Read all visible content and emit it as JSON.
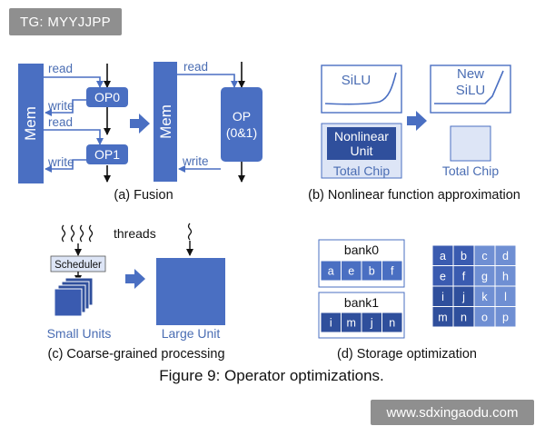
{
  "watermark_tag": "TG: MYYJJPP",
  "watermark_url": "www.sdxingaodu.com",
  "colors": {
    "accent": "#4a6fc2",
    "dark_blue": "#2f4f9c",
    "light_blue": "#dde5f6",
    "label_blue": "#4a6db3"
  },
  "figure_title": "Figure 9: Operator optimizations.",
  "fusion": {
    "caption": "(a) Fusion",
    "mem_left": "Mem",
    "mem_right": "Mem",
    "read1": "read",
    "write1": "write",
    "read2": "read",
    "write2": "write",
    "read3": "read",
    "write3": "write",
    "op0": "OP0",
    "op1": "OP1",
    "op_fused_line1": "OP",
    "op_fused_line2": "(0&1)"
  },
  "nonlinear": {
    "caption": "(b) Nonlinear function approximation",
    "silu": "SiLU",
    "new_silu_line1": "New",
    "new_silu_line2": "SiLU",
    "unit_line1": "Nonlinear",
    "unit_line2": "Unit",
    "total_chip_left": "Total Chip",
    "total_chip_right": "Total Chip"
  },
  "coarse": {
    "caption": "(c) Coarse-grained processing",
    "threads": "threads",
    "scheduler": "Scheduler",
    "small_units": "Small Units",
    "large_unit": "Large Unit"
  },
  "storage": {
    "caption": "(d) Storage optimization",
    "bank0_label": "bank0",
    "bank0_cells": [
      "a",
      "e",
      "b",
      "f"
    ],
    "bank1_label": "bank1",
    "bank1_cells": [
      "i",
      "m",
      "j",
      "n"
    ],
    "grid_rows": [
      [
        "a",
        "b",
        "c",
        "d"
      ],
      [
        "e",
        "f",
        "g",
        "h"
      ],
      [
        "i",
        "j",
        "k",
        "l"
      ],
      [
        "m",
        "n",
        "o",
        "p"
      ]
    ]
  }
}
